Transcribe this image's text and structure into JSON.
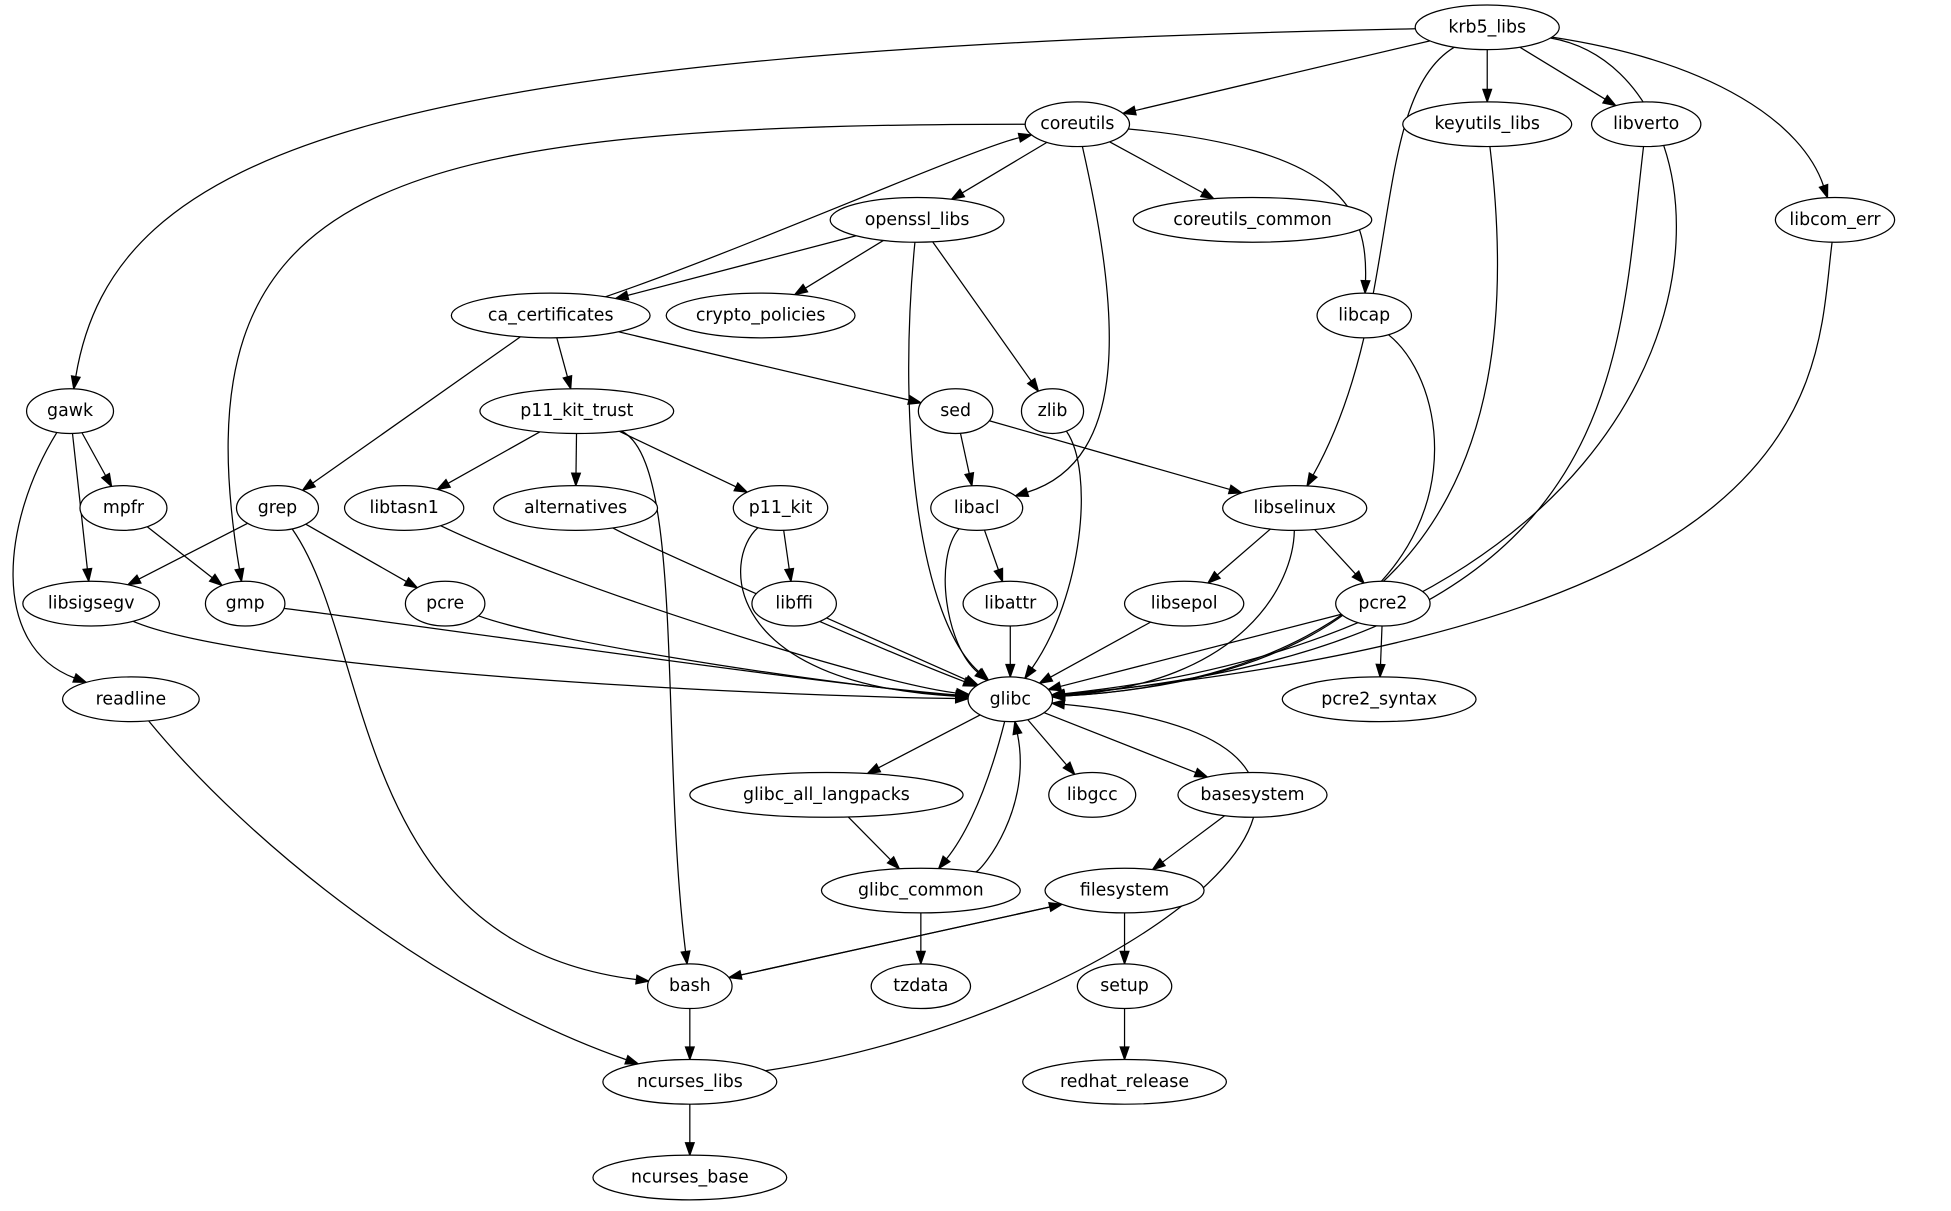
{
  "graph": {
    "nodes": [
      "krb5_libs",
      "coreutils",
      "keyutils_libs",
      "libverto",
      "coreutils_common",
      "openssl_libs",
      "libcom_err",
      "ca_certificates",
      "crypto_policies",
      "libcap",
      "gawk",
      "p11_kit_trust",
      "sed",
      "zlib",
      "mpfr",
      "grep",
      "libtasn1",
      "alternatives",
      "p11_kit",
      "libacl",
      "libselinux",
      "libsigsegv",
      "gmp",
      "pcre",
      "libffi",
      "libattr",
      "libsepol",
      "pcre2",
      "readline",
      "glibc",
      "pcre2_syntax",
      "glibc_all_langpacks",
      "libgcc",
      "basesystem",
      "glibc_common",
      "filesystem",
      "bash",
      "tzdata",
      "setup",
      "ncurses_libs",
      "redhat_release",
      "ncurses_base"
    ],
    "edges": [
      [
        "krb5_libs",
        "gawk"
      ],
      [
        "krb5_libs",
        "coreutils"
      ],
      [
        "krb5_libs",
        "keyutils_libs"
      ],
      [
        "krb5_libs",
        "libverto"
      ],
      [
        "krb5_libs",
        "libcom_err"
      ],
      [
        "krb5_libs",
        "libselinux"
      ],
      [
        "krb5_libs",
        "glibc"
      ],
      [
        "coreutils",
        "openssl_libs"
      ],
      [
        "coreutils",
        "coreutils_common"
      ],
      [
        "coreutils",
        "libcap"
      ],
      [
        "coreutils",
        "libacl"
      ],
      [
        "coreutils",
        "gmp"
      ],
      [
        "openssl_libs",
        "ca_certificates"
      ],
      [
        "openssl_libs",
        "crypto_policies"
      ],
      [
        "openssl_libs",
        "zlib"
      ],
      [
        "openssl_libs",
        "glibc"
      ],
      [
        "ca_certificates",
        "coreutils"
      ],
      [
        "ca_certificates",
        "p11_kit_trust"
      ],
      [
        "ca_certificates",
        "sed"
      ],
      [
        "ca_certificates",
        "grep"
      ],
      [
        "keyutils_libs",
        "glibc"
      ],
      [
        "libverto",
        "glibc"
      ],
      [
        "libcom_err",
        "glibc"
      ],
      [
        "libcap",
        "glibc"
      ],
      [
        "gawk",
        "mpfr"
      ],
      [
        "gawk",
        "libsigsegv"
      ],
      [
        "gawk",
        "readline"
      ],
      [
        "p11_kit_trust",
        "libtasn1"
      ],
      [
        "p11_kit_trust",
        "alternatives"
      ],
      [
        "p11_kit_trust",
        "p11_kit"
      ],
      [
        "p11_kit_trust",
        "bash"
      ],
      [
        "sed",
        "libacl"
      ],
      [
        "sed",
        "libselinux"
      ],
      [
        "zlib",
        "glibc"
      ],
      [
        "mpfr",
        "gmp"
      ],
      [
        "grep",
        "libsigsegv"
      ],
      [
        "grep",
        "pcre"
      ],
      [
        "grep",
        "bash"
      ],
      [
        "libtasn1",
        "glibc"
      ],
      [
        "alternatives",
        "glibc"
      ],
      [
        "p11_kit",
        "libffi"
      ],
      [
        "p11_kit",
        "glibc"
      ],
      [
        "libacl",
        "libattr"
      ],
      [
        "libacl",
        "glibc"
      ],
      [
        "libselinux",
        "libsepol"
      ],
      [
        "libselinux",
        "pcre2"
      ],
      [
        "libselinux",
        "glibc"
      ],
      [
        "libsigsegv",
        "glibc"
      ],
      [
        "gmp",
        "glibc"
      ],
      [
        "pcre",
        "glibc"
      ],
      [
        "libffi",
        "glibc"
      ],
      [
        "libattr",
        "glibc"
      ],
      [
        "libsepol",
        "glibc"
      ],
      [
        "pcre2",
        "glibc"
      ],
      [
        "pcre2",
        "pcre2_syntax"
      ],
      [
        "readline",
        "ncurses_libs"
      ],
      [
        "glibc",
        "glibc_all_langpacks"
      ],
      [
        "glibc",
        "libgcc"
      ],
      [
        "glibc",
        "basesystem"
      ],
      [
        "glibc",
        "glibc_common"
      ],
      [
        "glibc_common",
        "glibc"
      ],
      [
        "glibc_common",
        "tzdata"
      ],
      [
        "glibc_all_langpacks",
        "glibc_common"
      ],
      [
        "basesystem",
        "filesystem"
      ],
      [
        "filesystem",
        "bash"
      ],
      [
        "filesystem",
        "setup"
      ],
      [
        "bash",
        "filesystem"
      ],
      [
        "bash",
        "ncurses_libs"
      ],
      [
        "setup",
        "redhat_release"
      ],
      [
        "ncurses_libs",
        "glibc"
      ],
      [
        "ncurses_libs",
        "ncurses_base"
      ]
    ]
  }
}
